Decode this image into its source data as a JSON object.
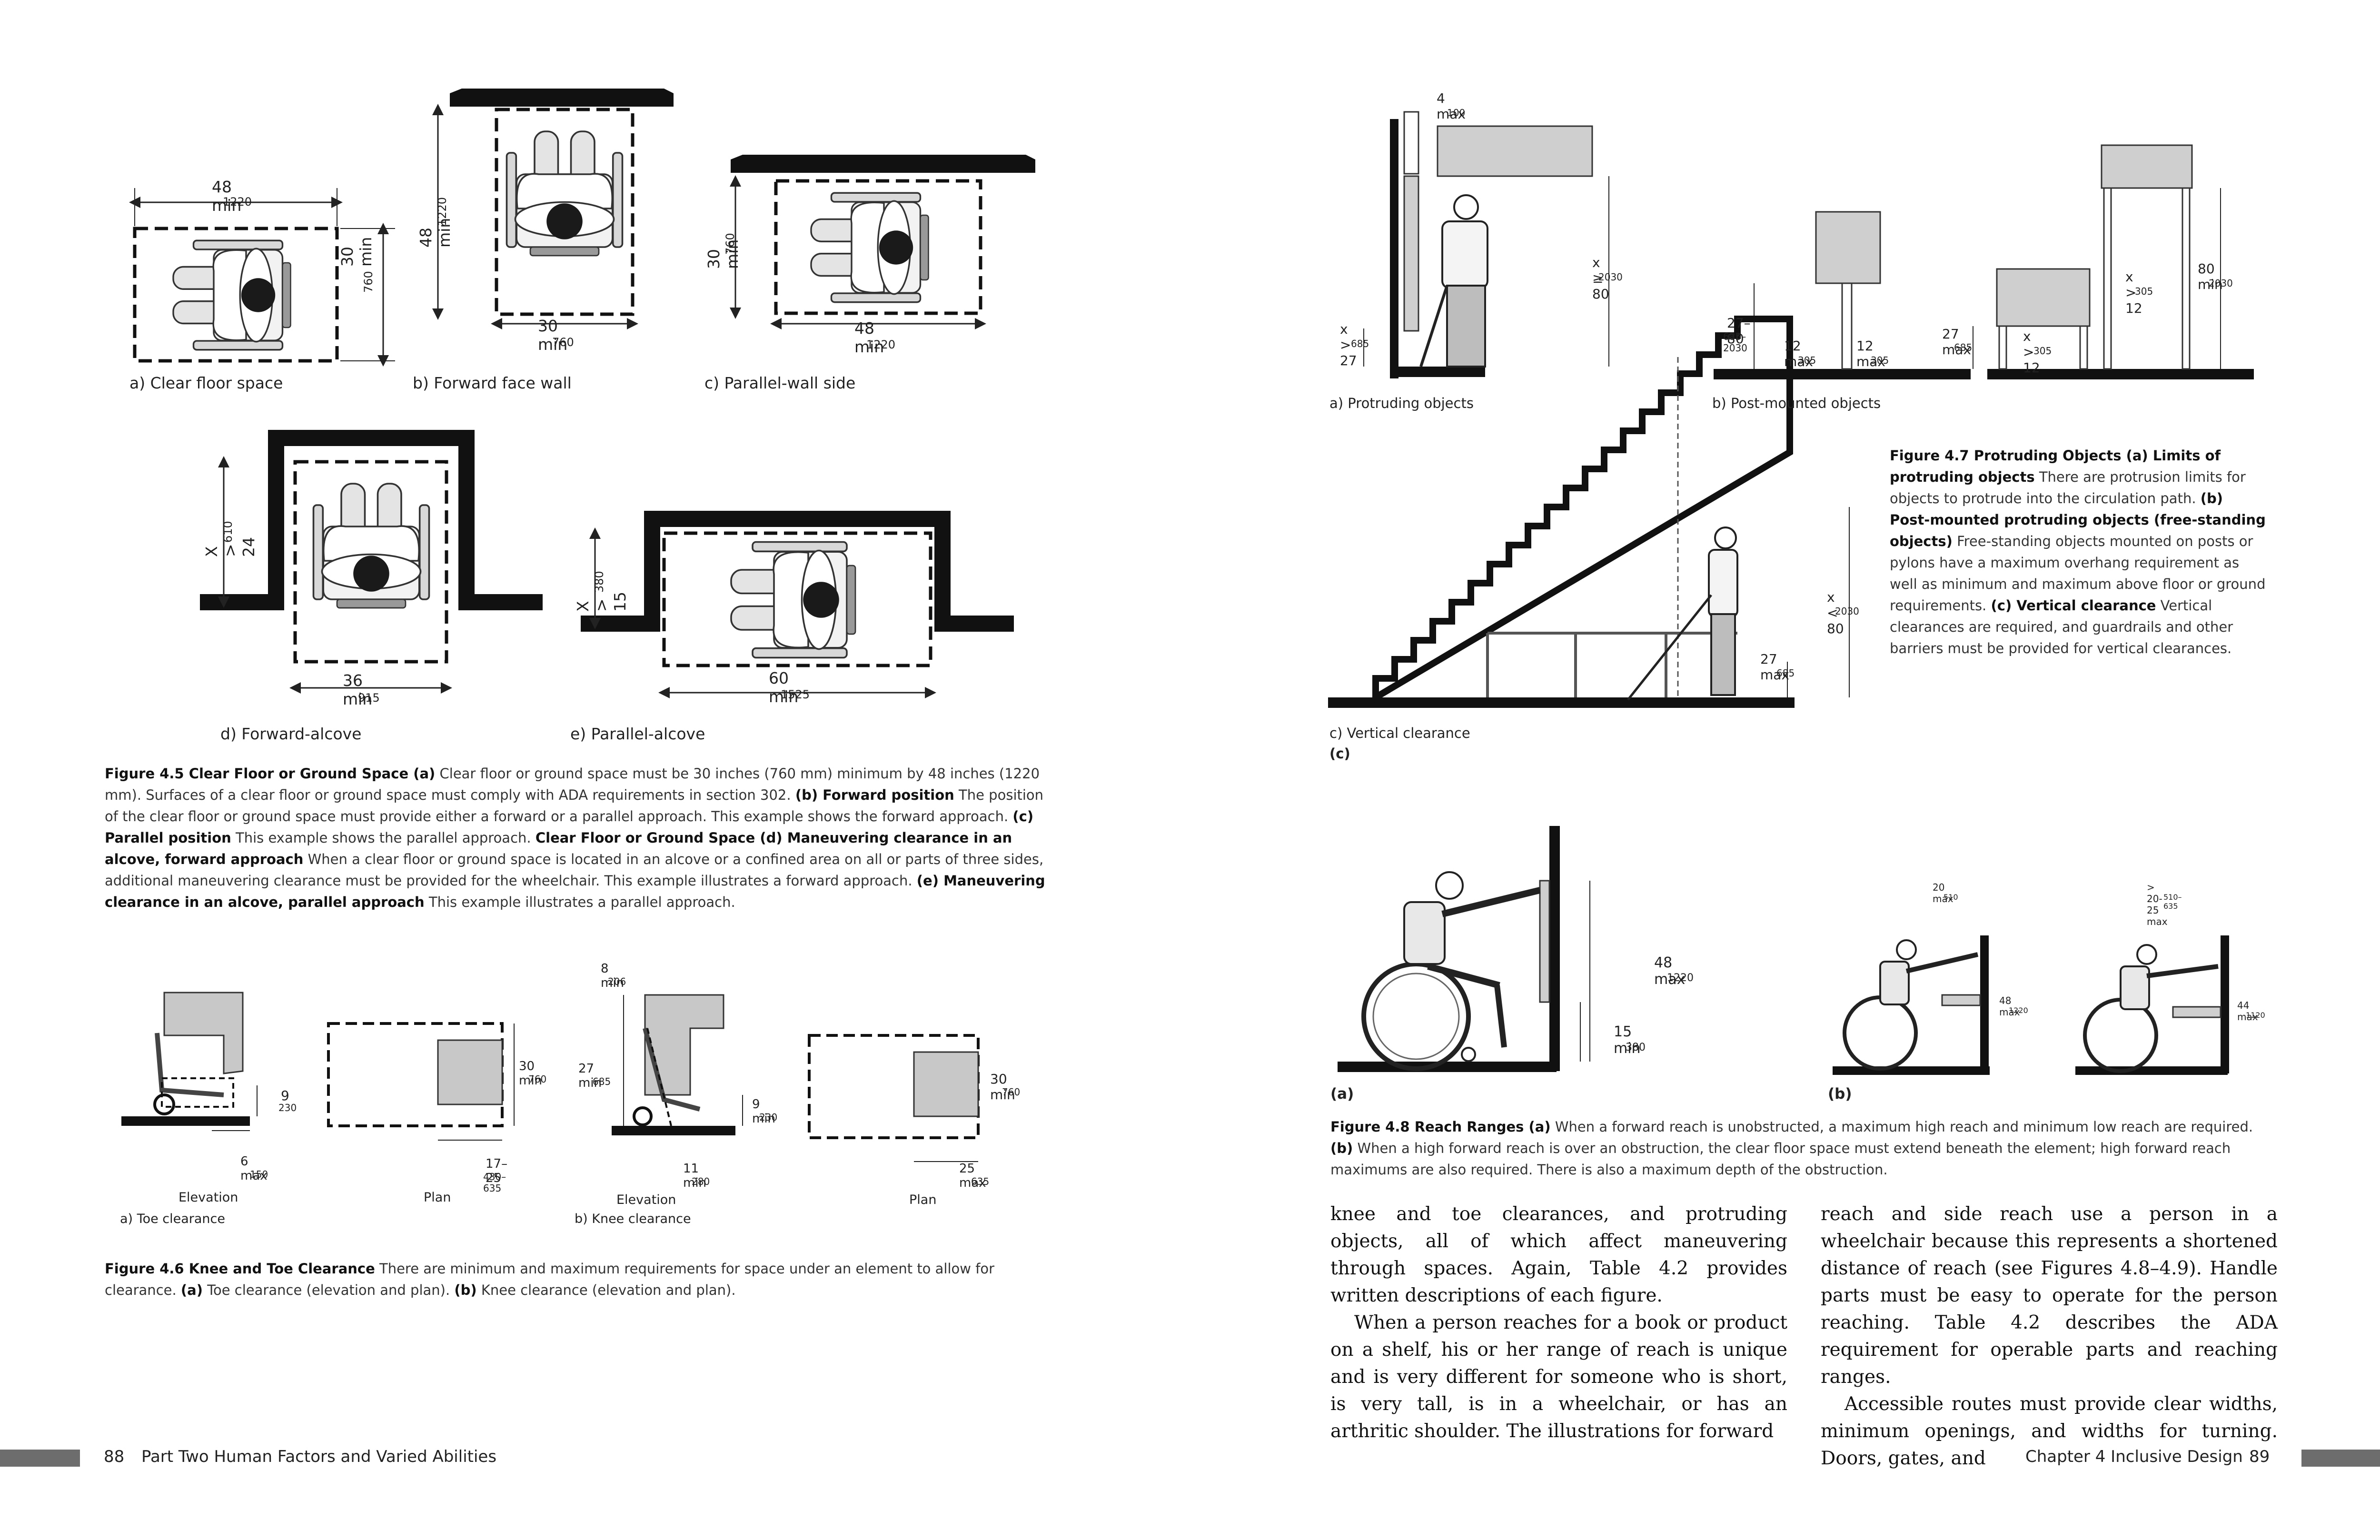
{
  "left_page": {
    "fig45": {
      "sub_a": "a) Clear floor space",
      "sub_b": "b) Forward face wall",
      "sub_c": "c) Parallel-wall side",
      "sub_d": "d) Forward-alcove",
      "sub_e": "e) Parallel-alcove",
      "dims": {
        "a_w": "48 min",
        "a_w_mm": "1220",
        "a_h": "30 min",
        "a_h_mm": "760",
        "b_h": "48 min",
        "b_h_mm": "1220",
        "b_w": "30 min",
        "b_w_mm": "760",
        "c_h": "30 min",
        "c_h_mm": "760",
        "c_w": "48 min",
        "c_w_mm": "1220",
        "d_h": "X > 24",
        "d_h_mm": "610",
        "d_w": "36 min",
        "d_w_mm": "915",
        "e_h": "X > 15",
        "e_h_mm": "380",
        "e_w": "60 min",
        "e_w_mm": "1525"
      },
      "caption": {
        "t1": "Figure 4.5  Clear Floor or Ground Space (a)",
        "s1": " Clear floor or ground space must be 30 inches (760 mm) minimum by 48 inches (1220 mm). Surfaces of a clear floor or ground space must comply with ADA requirements in section 302. ",
        "t2": "(b) Forward position",
        "s2": " The position of the clear floor or ground space must provide either a forward or a parallel approach. This example shows the forward approach. ",
        "t3": "(c) Parallel position",
        "s3": " This example shows the parallel approach. ",
        "t4": "Clear Floor or Ground Space (d) Maneuvering clearance in an alcove, forward approach",
        "s4": " When a clear floor or ground space is located in an alcove or a confined area on all or parts of three sides, additional maneuvering clearance must be provided for the wheelchair. This example illustrates a forward approach. ",
        "t5": "(e) Maneuvering clearance in an alcove, parallel approach",
        "s5": " This example illustrates a parallel approach."
      }
    },
    "fig46": {
      "elevation_a": "Elevation",
      "plan_a": "Plan",
      "sub_a": "a) Toe clearance",
      "elevation_b": "Elevation",
      "plan_b": "Plan",
      "sub_b": "b) Knee clearance",
      "dims": {
        "toe_9": "9",
        "toe_9_mm": "230",
        "toe_6": "6 max",
        "toe_6_mm": "150",
        "plan30": "30 min",
        "plan30_mm": "760",
        "r17": "17–25",
        "r17_mm": "430–635",
        "k8": "8 min",
        "k8_mm": "206",
        "k27": "27 min",
        "k27_mm": "685",
        "k9": "9 min",
        "k9_mm": "230",
        "k11": "11 min",
        "k11_mm": "280",
        "kp30": "30 min",
        "kp30_mm": "760",
        "k25": "25 max",
        "k25_mm": "635"
      },
      "caption": {
        "t1": "Figure 4.6  Knee and Toe Clearance",
        "s1": " There are minimum and maximum requirements for space under an element to allow for clearance. ",
        "t2": "(a)",
        "s2": " Toe clearance (elevation and plan). ",
        "t3": "(b)",
        "s3": " Knee clearance (elevation and plan)."
      }
    },
    "folio": {
      "number": "88",
      "text": "Part Two  Human Factors and Varied Abilities"
    }
  },
  "right_page": {
    "fig47": {
      "sub_a": "a) Protruding objects",
      "sub_b": "b) Post-mounted objects",
      "sub_c": "c) Vertical clearance",
      "sub_c2": "(c)",
      "dims": {
        "p4": "4 max",
        "p4_mm": "100",
        "x80": "x ≥ 80",
        "x80_mm": "2030",
        "x27": "x > 27",
        "x27_mm": "685",
        "pm27": "27–80",
        "pm27_mm": "685–2030",
        "pm12a": "12 max",
        "pm12a_mm": "305",
        "pm12b": "12 max",
        "pm12b_mm": "305",
        "pm27max": "27 max",
        "pm27max_mm": "685",
        "pmx12a": "x > 12",
        "pmx12a_mm": "305",
        "pmx12b": "x > 12",
        "pmx12b_mm": "305",
        "pm80": "80 min",
        "pm80_mm": "2030",
        "vc80": "x < 80",
        "vc80_mm": "2030",
        "vc27": "27 max",
        "vc27_mm": "685"
      },
      "caption": {
        "t1": "Figure 4.7  Protruding Objects (a) Limits of protruding objects",
        "s1": " There are protrusion limits for objects to protrude into the circulation path. ",
        "t2": "(b) Post-mounted protruding objects (free-standing objects)",
        "s2": " Free-standing objects mounted on posts or pylons have a maximum overhang requirement as well as minimum and maximum above floor or ground requirements. ",
        "t3": "(c) Vertical clearance",
        "s3": " Vertical clearances are required, and guardrails and other barriers must be provided for vertical clearances."
      }
    },
    "fig48": {
      "sub_a": "(a)",
      "sub_b": "(b)",
      "dims": {
        "h48": "48 max",
        "h48_mm": "1220",
        "h15": "15 min",
        "h15_mm": "380",
        "b20": "20 max",
        "b20_mm": "510",
        "b48": "48 max",
        "b48_mm": "1220",
        "b2025": "> 20-25 max",
        "b2025_mm": "510–635",
        "b44": "44 max",
        "b44_mm": "1120"
      },
      "caption": {
        "t1": "Figure 4.8  Reach Ranges (a)",
        "s1": " When a forward reach is unobstructed, a maximum high reach and minimum low reach are required. ",
        "t2": "(b)",
        "s2": " When a high forward reach is over an obstruction, the clear floor space must extend beneath the element; high forward reach maximums are also required. There is also a maximum depth of the obstruction."
      }
    },
    "body": {
      "col1_p1": "knee and toe clearances, and protruding objects, all of which affect maneuvering through spaces. Again, Table 4.2 provides written descriptions of each figure.",
      "col1_p2": "When a person reaches for a book or product on a shelf, his or her range of reach is unique and is very different for someone who is short, is very tall, is in a wheelchair, or has an arthritic shoulder. The illustrations for forward",
      "col2_p1": "reach and side reach use a person in a wheelchair because this represents a shortened distance of reach (see Figures 4.8–4.9). Handle parts must be easy to operate for the person reaching. Table 4.2 describes the ADA requirement for operable parts and reaching ranges.",
      "col2_p2": "Accessible routes must provide clear widths, minimum openings, and widths for turning. Doors, gates, and"
    },
    "folio": {
      "text": "Chapter 4  Inclusive Design",
      "number": "89"
    }
  }
}
